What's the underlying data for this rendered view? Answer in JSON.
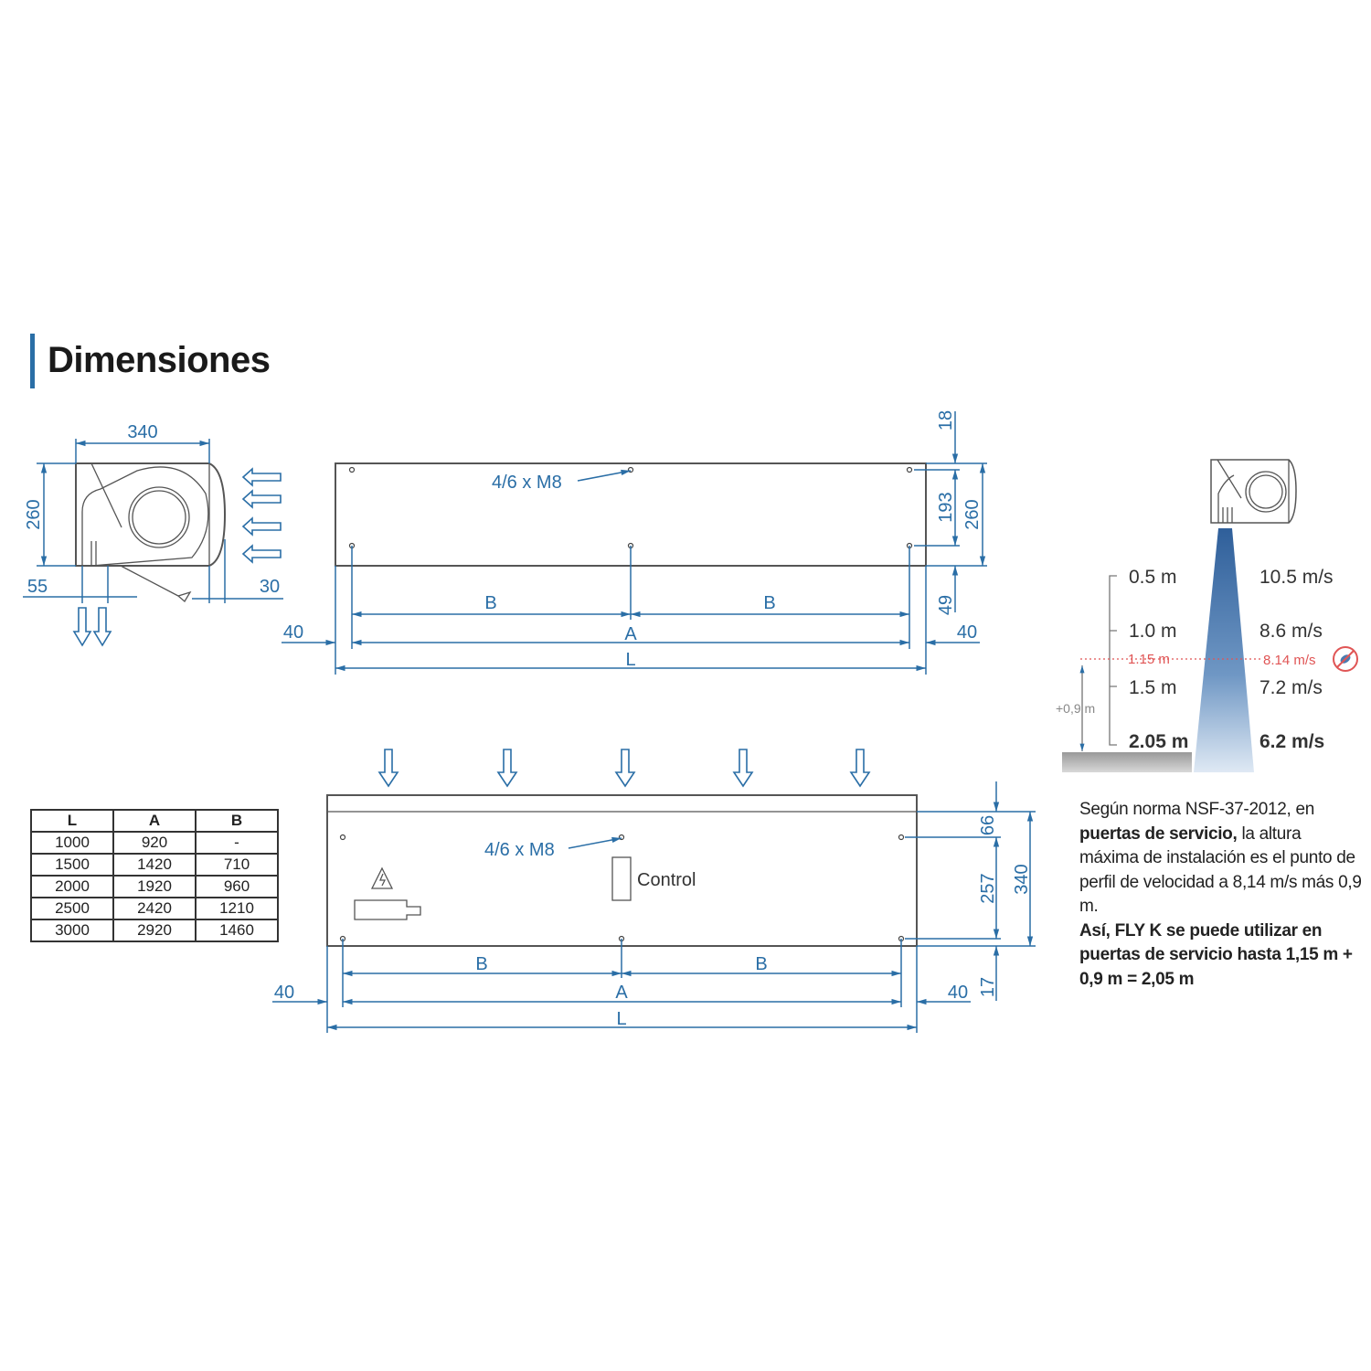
{
  "title": "Dimensiones",
  "colors": {
    "accent": "#2a6ea6",
    "warning_red": "#e05555"
  },
  "side_view": {
    "width": "340",
    "height": "260",
    "left_offset": "55",
    "right_offset": "30"
  },
  "top_view": {
    "bolt_label": "4/6 x M8",
    "B": "B",
    "A": "A",
    "L": "L",
    "left_margin": "40",
    "right_margin": "40",
    "d18": "18",
    "d193": "193",
    "d260": "260",
    "d49": "49"
  },
  "front_view": {
    "bolt_label": "4/6 x M8",
    "control_label": "Control",
    "B": "B",
    "A": "A",
    "L": "L",
    "left_margin": "40",
    "right_margin": "40",
    "d66": "66",
    "d257": "257",
    "d340": "340",
    "d17": "17"
  },
  "table": {
    "headers": [
      "L",
      "A",
      "B"
    ],
    "rows": [
      [
        "1000",
        "920",
        "-"
      ],
      [
        "1500",
        "1420",
        "710"
      ],
      [
        "2000",
        "1920",
        "960"
      ],
      [
        "2500",
        "2420",
        "1210"
      ],
      [
        "3000",
        "2920",
        "1460"
      ]
    ]
  },
  "velocity_profile": {
    "heights": [
      "0.5 m",
      "1.0 m",
      "1.5 m",
      "2.05 m"
    ],
    "speeds": [
      "10.5 m/s",
      "8.6 m/s",
      "7.2 m/s",
      "6.2 m/s"
    ],
    "limit_height": "1.15 m",
    "limit_speed": "8.14 m/s",
    "extra": "+0,9 m"
  },
  "note": {
    "p1_a": "Según norma NSF-37-2012, en ",
    "p1_b": "puertas de servicio,",
    "p1_c": " la altura máxima de instalación es el punto de perfil de velocidad a 8,14 m/s más 0,9 m.",
    "p2": "Así, FLY K se puede utilizar en puertas de servicio hasta 1,15 m + 0,9 m = 2,05 m"
  }
}
